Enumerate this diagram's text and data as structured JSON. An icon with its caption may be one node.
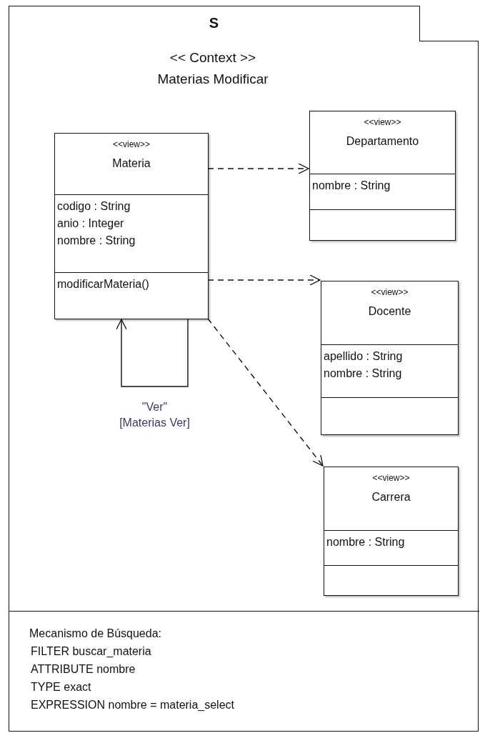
{
  "diagram": {
    "nodes": [
      {
        "text": [
          "S"
        ]
      },
      {
        "text": [
          "<< Context >>",
          "Materias Modificar"
        ],
        "in": 0
      },
      {
        "text": [
          "<<view>>",
          "Materia",
          "codigo : String",
          "anio : Integer",
          "nombre : String",
          "modificarMateria()"
        ],
        "in": 1
      },
      {
        "text": [
          "<<view>>",
          "Departamento",
          "nombre : String"
        ],
        "in": 1
      },
      {
        "text": [
          "<<view>>",
          "Docente",
          "apellido : String",
          "nombre : String"
        ],
        "in": 1
      },
      {
        "text": [
          "<<view>>",
          "Carrera",
          "nombre : String"
        ],
        "in": 1
      },
      {
        "text": [
          "Mecanismo de Búsqueda:",
          "FILTER buscar_materia",
          "ATTRIBUTE nombre",
          "TYPE exact",
          "EXPRESSION nombre = materia_select"
        ],
        "in": 0
      }
    ],
    "edges": [
      {
        "from": 2,
        "to": 3,
        "arrow": "to",
        "style": "dashed"
      },
      {
        "from": 2,
        "to": 4,
        "arrow": "to",
        "style": "dashed"
      },
      {
        "from": 2,
        "to": 5,
        "arrow": "to",
        "style": "dashed"
      },
      {
        "from": 2,
        "to": 2,
        "arrow": "to",
        "label": "\"Ver\" [Materias Ver]"
      }
    ]
  }
}
